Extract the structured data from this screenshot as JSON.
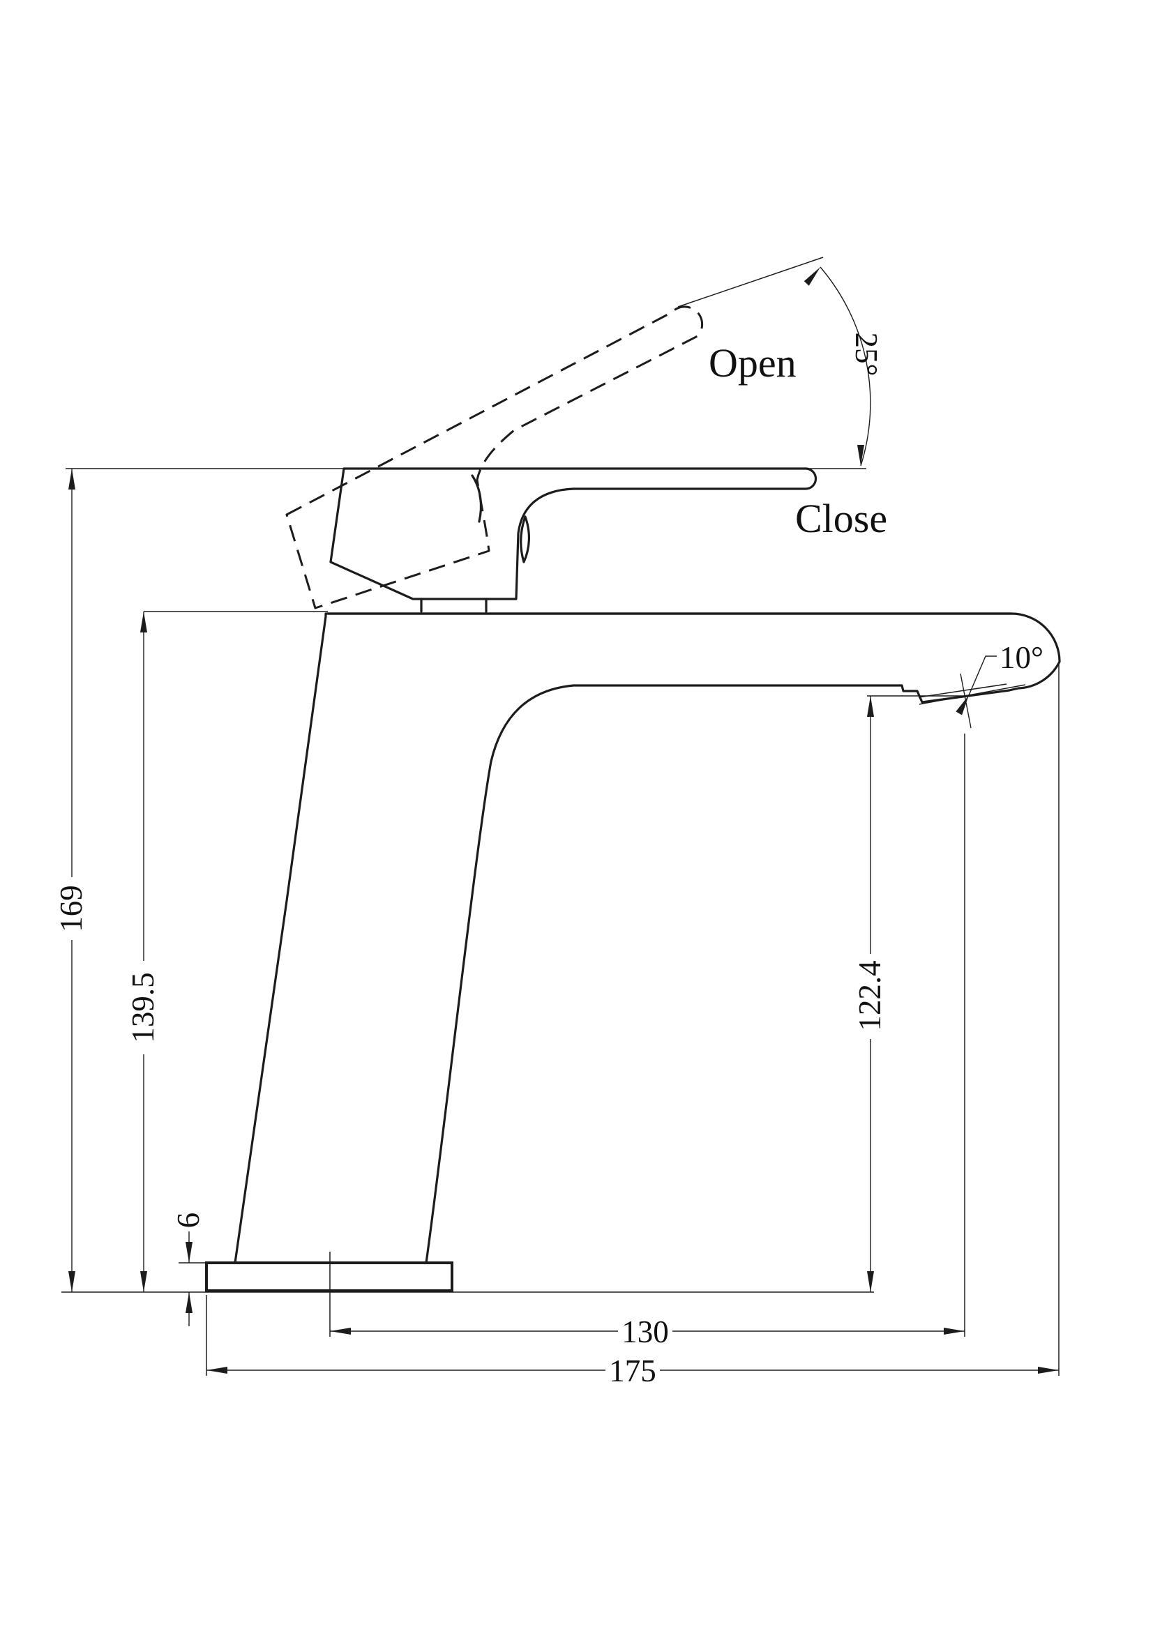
{
  "meta": {
    "drawing_type": "faucet technical dimension drawing",
    "background_color": "#ffffff",
    "line_color": "#1c1c1c"
  },
  "labels": {
    "open": "Open",
    "close": "Close"
  },
  "dimensions": {
    "overall_height": "169",
    "body_height": "139.5",
    "spout_outlet_height": "122.4",
    "base_plate_thickness": "6",
    "outlet_reach": "130",
    "overall_reach": "175",
    "handle_open_angle": "25°",
    "outlet_tilt_angle": "10°"
  }
}
